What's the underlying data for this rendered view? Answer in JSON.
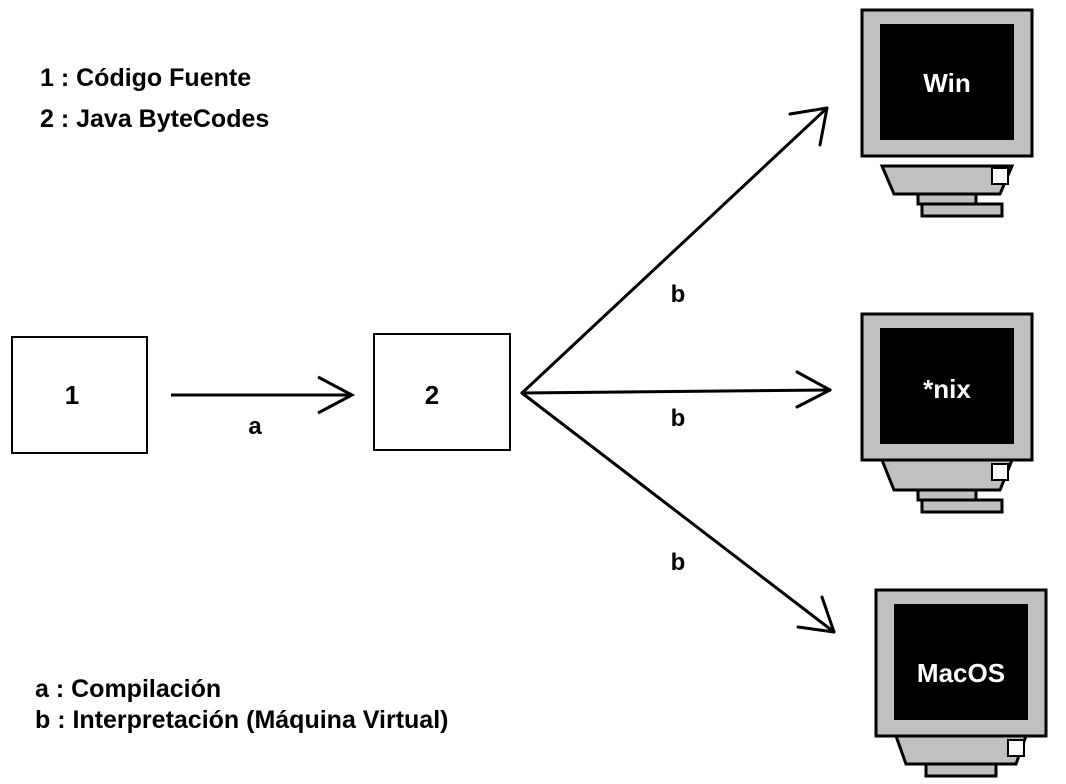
{
  "legend_top": [
    "1 : Código Fuente",
    "2 : Java ByteCodes"
  ],
  "legend_bottom": [
    "a : Compilación",
    "b : Interpretación (Máquina Virtual)"
  ],
  "nodes": {
    "source": "1",
    "bytecode": "2"
  },
  "edges": {
    "compile": "a",
    "interpret_win": "b",
    "interpret_nix": "b",
    "interpret_mac": "b"
  },
  "targets": [
    "Win",
    "*nix",
    "MacOS"
  ],
  "colors": {
    "monitor_body": "#c0c0c0",
    "screen": "#000000",
    "line": "#000000"
  }
}
